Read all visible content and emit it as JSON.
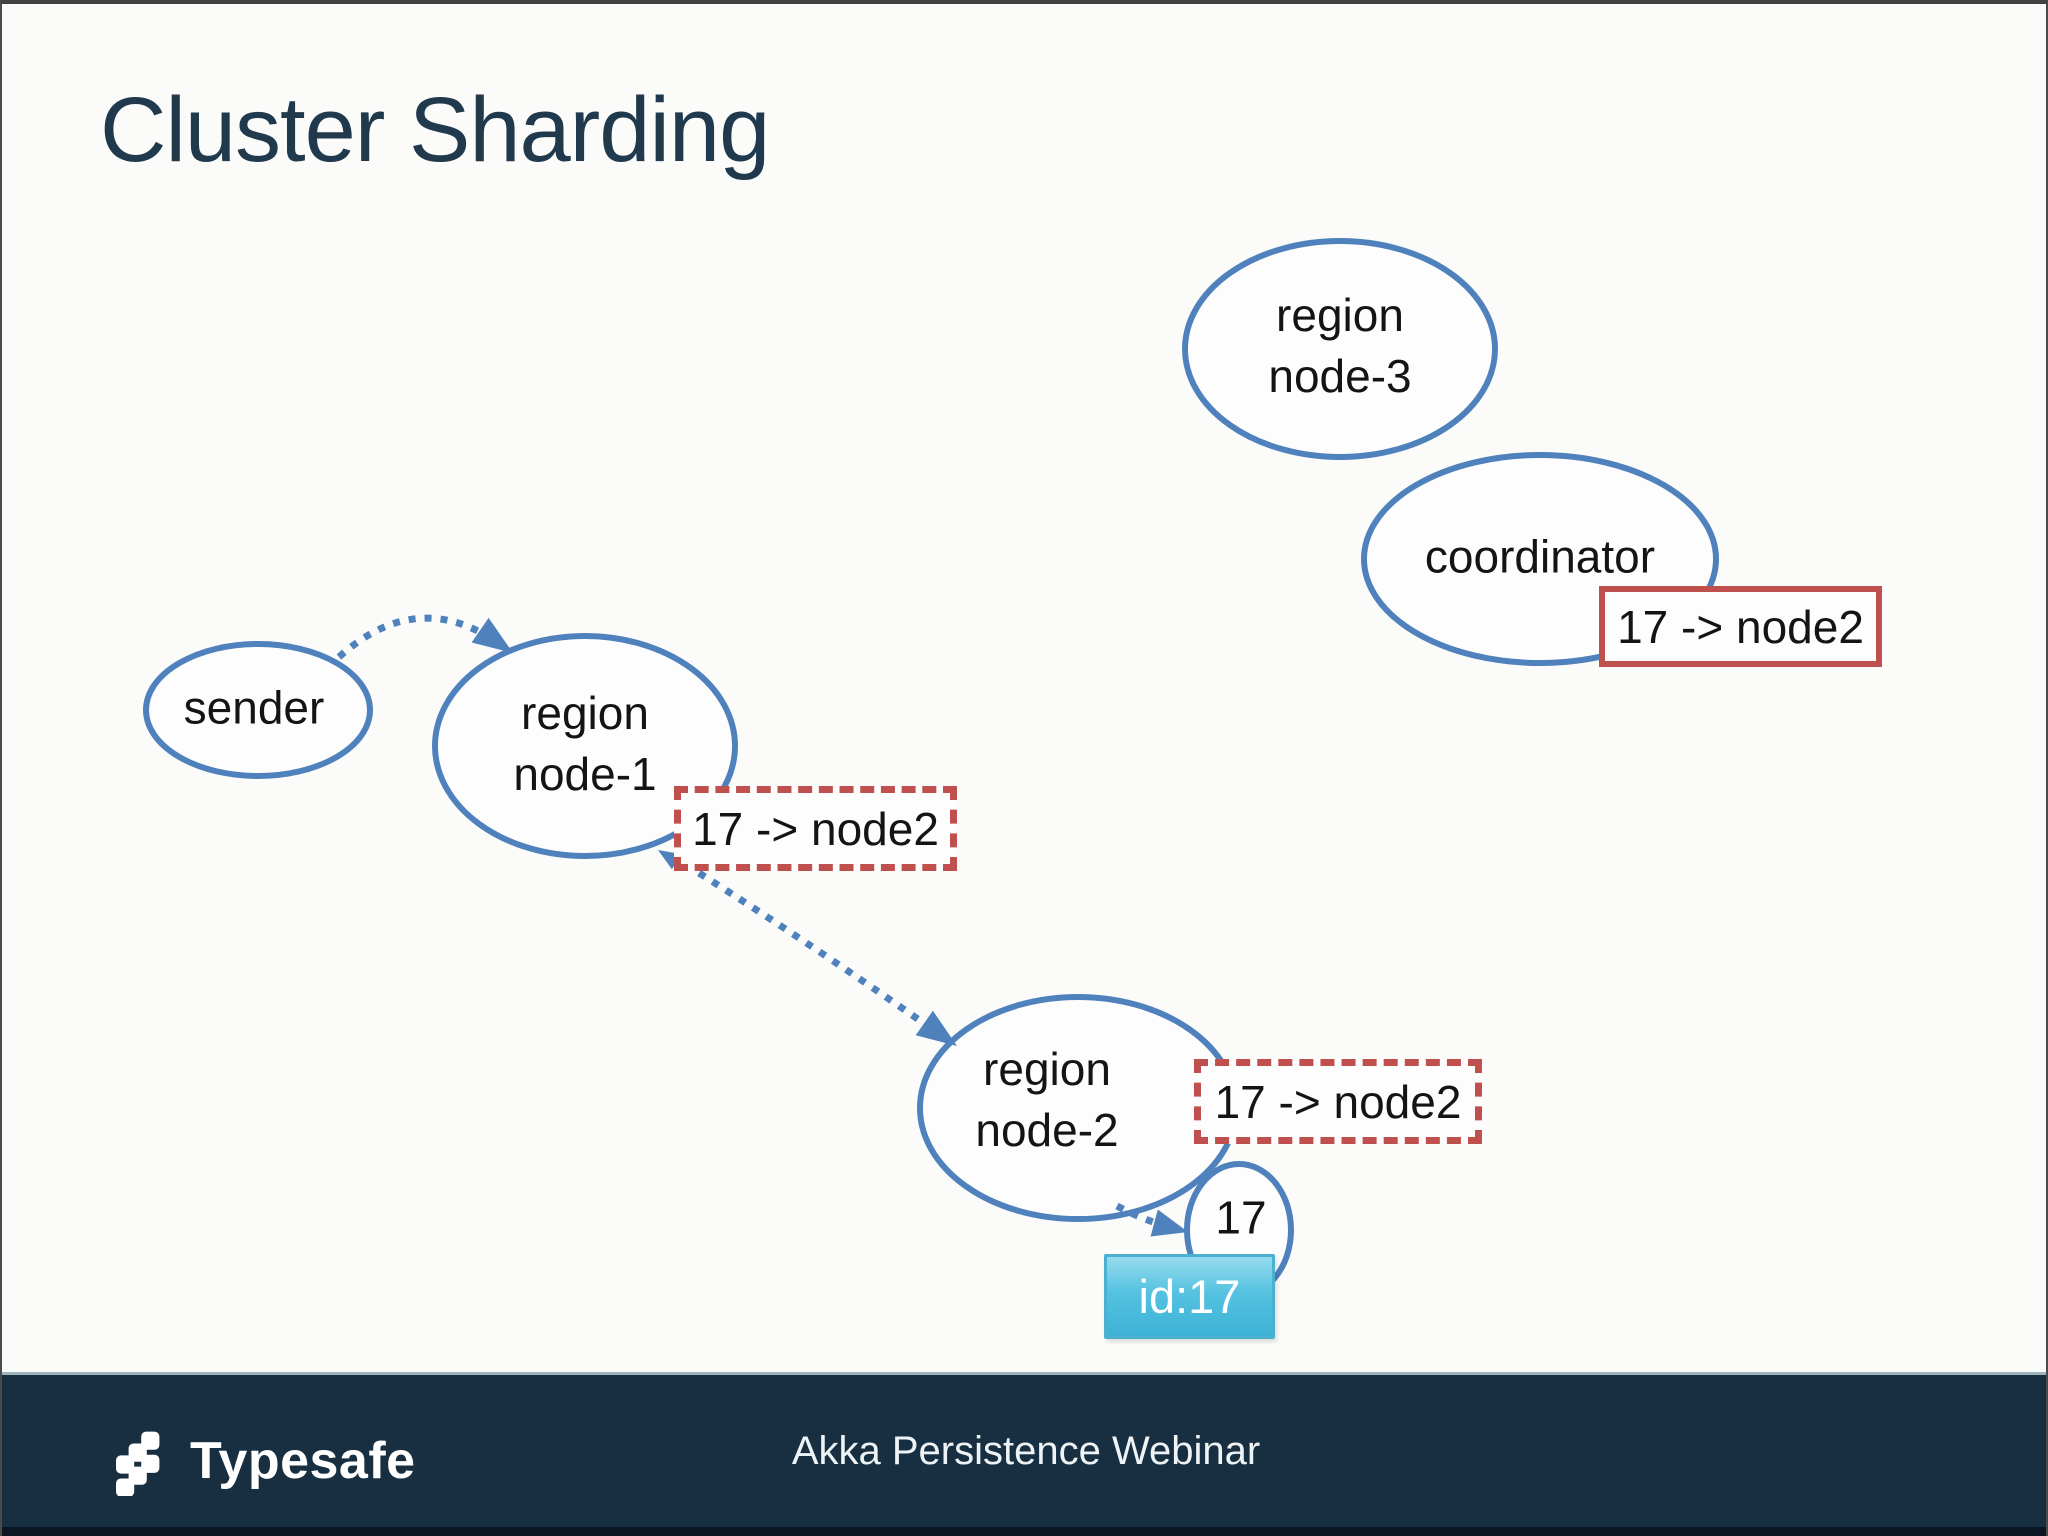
{
  "slide": {
    "title": "Cluster Sharding"
  },
  "colors": {
    "node_stroke_blue": "#4f81bd",
    "arrow_blue": "#4f81bd",
    "highlight_red": "#c0504d",
    "entity_fill_cyan": "#3db2d6",
    "footer_navy": "#172f40",
    "title_navy": "#20394d"
  },
  "diagram": {
    "nodes": {
      "node3": {
        "label": "region\nnode-3"
      },
      "coordinator": {
        "label": "coordinator"
      },
      "sender": {
        "label": "sender"
      },
      "node1": {
        "label": "region\nnode-1"
      },
      "node2": {
        "label": "region\nnode-2"
      },
      "shard17": {
        "label": "17"
      }
    },
    "badges": {
      "coordinator_mapping": "17 -> node2",
      "node1_mapping": "17 -> node2",
      "node2_mapping": "17 -> node2",
      "entity_id": "id:17"
    }
  },
  "footer": {
    "brand": "Typesafe",
    "caption": "Akka Persistence Webinar"
  }
}
